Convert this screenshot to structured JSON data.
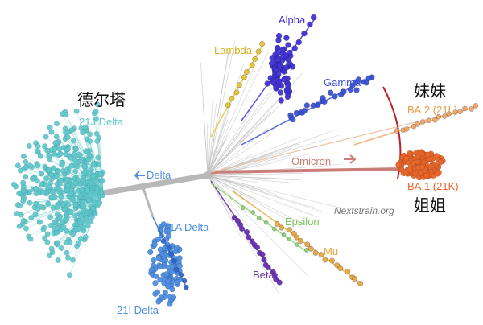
{
  "colors": {
    "background": "#ffffff",
    "delta_teal": "#5fc7cb",
    "delta_blue": "#4f8fe0",
    "alpha": "#4333d4",
    "gamma": "#3b52d4",
    "lambda": "#e8c42a",
    "beta": "#6a2fb0",
    "epsilon": "#8ed46a",
    "mu": "#e8a83a",
    "omicron": "#e8662a",
    "omicron_ba2": "#f0a860",
    "omicron_arrow": "#c97f78",
    "branch_gray": "#b8b8b8",
    "divider": "#c02020"
  },
  "labels": {
    "alpha": "Alpha",
    "lambda": "Lambda",
    "gamma": "Gamma",
    "delta_cn": "德尔塔",
    "delta_21j": "21J Delta",
    "delta_arrow": "Delta",
    "delta_21a": "21A Delta",
    "delta_21i": "21I Delta",
    "omicron": "Omicron",
    "ba2": "BA.2 (21L)",
    "ba1": "BA.1 (21K)",
    "sister_cn": "妹妹",
    "elder_sister_cn": "姐姐",
    "watermark": "Nextstrain.org",
    "epsilon": "Epsilon",
    "mu": "Mu",
    "beta": "Beta"
  },
  "icons": {
    "delta_arrow": "left-arrow-icon",
    "omicron_arrow": "right-arrow-icon"
  }
}
